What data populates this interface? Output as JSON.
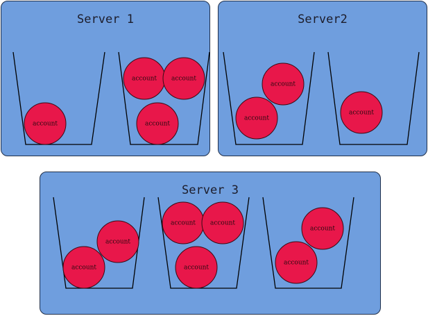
{
  "servers": [
    {
      "title": "Server 1",
      "buckets": [
        1,
        3
      ]
    },
    {
      "title": "Server2",
      "buckets": [
        2,
        1
      ]
    },
    {
      "title": "Server 3",
      "buckets": [
        2,
        3,
        2
      ]
    }
  ],
  "item_label": "account",
  "colors": {
    "server_fill": "#6f9ede",
    "server_border": "#1f2f4a",
    "item_fill": "#e8174a",
    "bucket_stroke": "#000000"
  }
}
